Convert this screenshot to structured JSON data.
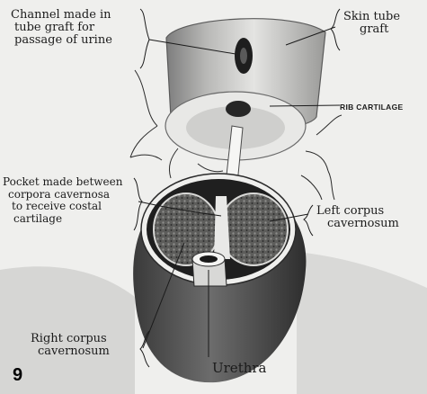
{
  "figure": {
    "number": "9",
    "labels": {
      "channel": [
        "Channel made in",
        "tube graft for",
        "passage of urine"
      ],
      "skin_tube": [
        "Skin tube",
        "graft"
      ],
      "rib_cartilage": "RIB CARTILAGE",
      "pocket": [
        "Pocket made between",
        "corpora cavernosa",
        "to receive costal",
        "cartilage"
      ],
      "left_corpus": [
        "Left corpus",
        "cavernosum"
      ],
      "right_corpus": [
        "Right corpus",
        "cavernosum"
      ],
      "urethra": "Urethra"
    }
  }
}
